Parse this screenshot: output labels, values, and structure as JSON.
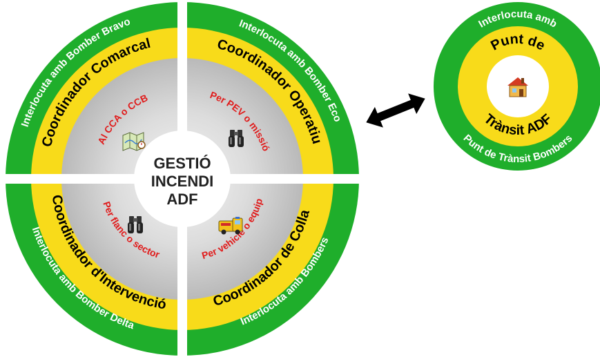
{
  "colors": {
    "green": "#1fae2b",
    "yellow": "#f8db1a",
    "gray": "#c9c9c9",
    "red_text": "#e01b1b",
    "black_text": "#000000",
    "white_text": "#ffffff"
  },
  "center": {
    "line1": "GESTIÓ",
    "line2": "INCENDI",
    "line3": "ADF"
  },
  "quadrants": {
    "top_left": {
      "outer": "Interlocuta amb Bomber Bravo",
      "role": "Coordinador Comarcal",
      "scope": "Al CCA o CCB",
      "icon": "map-icon"
    },
    "top_right": {
      "outer": "Interlocuta amb Bomber Eco",
      "role": "Coordinador Operatiu",
      "scope": "Per PEV o missió",
      "icon": "binoculars-icon"
    },
    "bottom_left": {
      "outer": "Interlocuta amb Bomber Delta",
      "role": "Coordinador d'Intervenció",
      "scope": "Per flanc o sector",
      "icon": "binoculars-icon"
    },
    "bottom_right": {
      "outer": "Interlocuta amb Bombers",
      "role": "Coordinador de Colla",
      "scope": "Per vehicle o equip",
      "icon": "fire-truck-icon"
    }
  },
  "side_circle": {
    "top_outer": "Interlocuta amb",
    "bottom_outer": "Punt de Trànsit Bombers",
    "top_inner": "Punt de",
    "bottom_inner": "Trànsit ADF",
    "icon": "house-icon"
  },
  "connector": {
    "icon": "double-arrow-icon"
  }
}
